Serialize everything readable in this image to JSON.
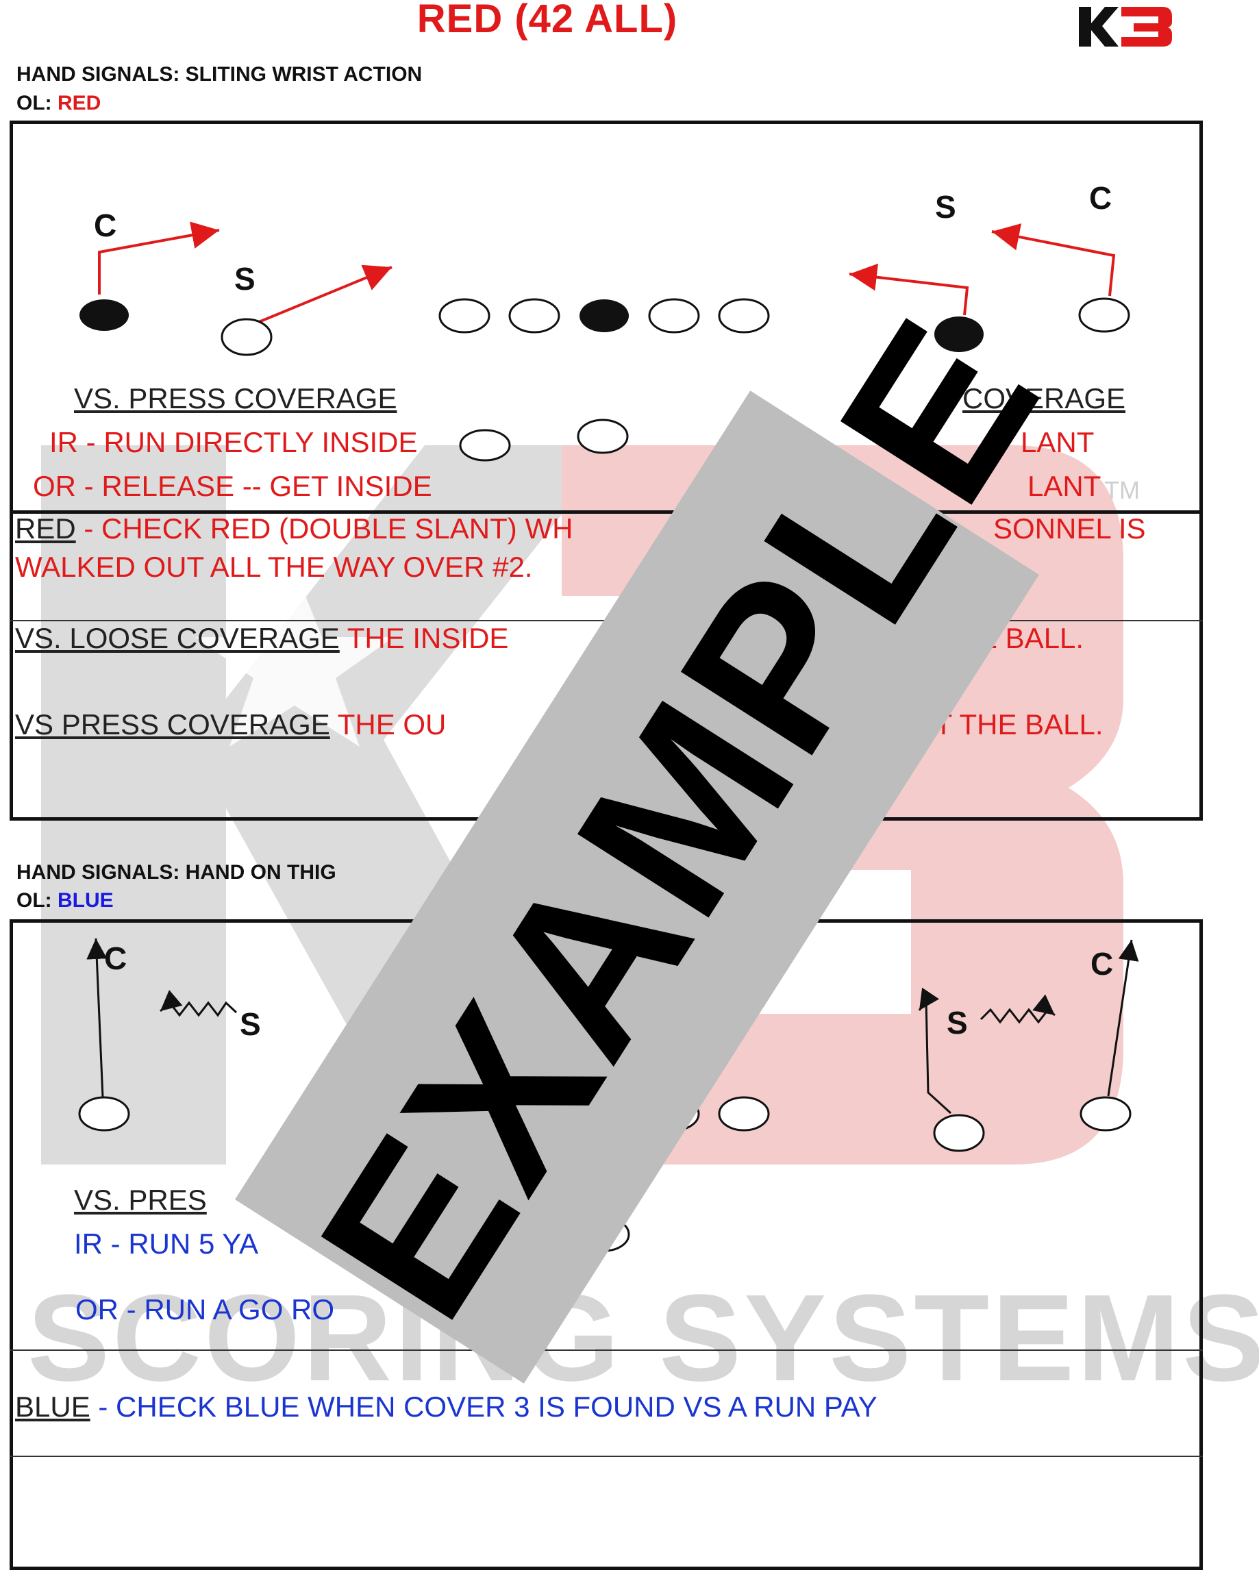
{
  "header": {
    "title": "RED (42 ALL)",
    "logo_text": "K3"
  },
  "section_red": {
    "hand_signals": "HAND SIGNALS:  SLITING WRIST ACTION",
    "ol_label": "OL:",
    "ol_value": "RED",
    "players": {
      "c_left": "C",
      "s_left": "S",
      "s_right": "S",
      "c_right": "C"
    },
    "left_heading": "VS. PRESS COVERAGE",
    "left_line1": "IR - RUN DIRECTLY INSIDE",
    "left_line2": "OR - RELEASE -- GET INSIDE",
    "right_heading": "COVERAGE",
    "right_line1": "LANT",
    "right_line2": "LANT",
    "tm": "TM",
    "check_key": "RED",
    "check_text_a": " - CHECK RED (DOUBLE SLANT) WH",
    "check_text_b": "SONNEL IS",
    "check_line2": "WALKED OUT ALL THE WAY OVER #2.",
    "loose_key": "VS. LOOSE COVERAGE",
    "loose_text_a": " THE INSIDE",
    "loose_text_b": "THE BALL.",
    "press_key": "VS PRESS COVERAGE",
    "press_text_a": " THE OU",
    "press_text_b": "D GET THE BALL."
  },
  "section_blue": {
    "hand_signals": "HAND SIGNALS:  HAND ON THIG",
    "ol_label": "OL:",
    "ol_value": "BLUE",
    "players": {
      "c_left": "C",
      "s_left": "S",
      "s_right": "S",
      "c_right": "C"
    },
    "left_heading": "VS. PRES",
    "left_line1": "IR - RUN 5 YA",
    "left_line2": "OR - RUN A GO RO",
    "check_key": "BLUE",
    "check_text": " - CHECK BLUE WHEN COVER 3 IS FOUND VS A RUN PAY"
  },
  "watermark": {
    "text": "SCORING SYSTEMS"
  },
  "stamp": {
    "text": "EXAMPLE"
  },
  "colors": {
    "red": "#e01a1a",
    "blue": "#1a35d0",
    "stamp": "#bdbdbd",
    "watermark_red": "#f2c8c8",
    "watermark_gray": "#d9d9d9"
  }
}
